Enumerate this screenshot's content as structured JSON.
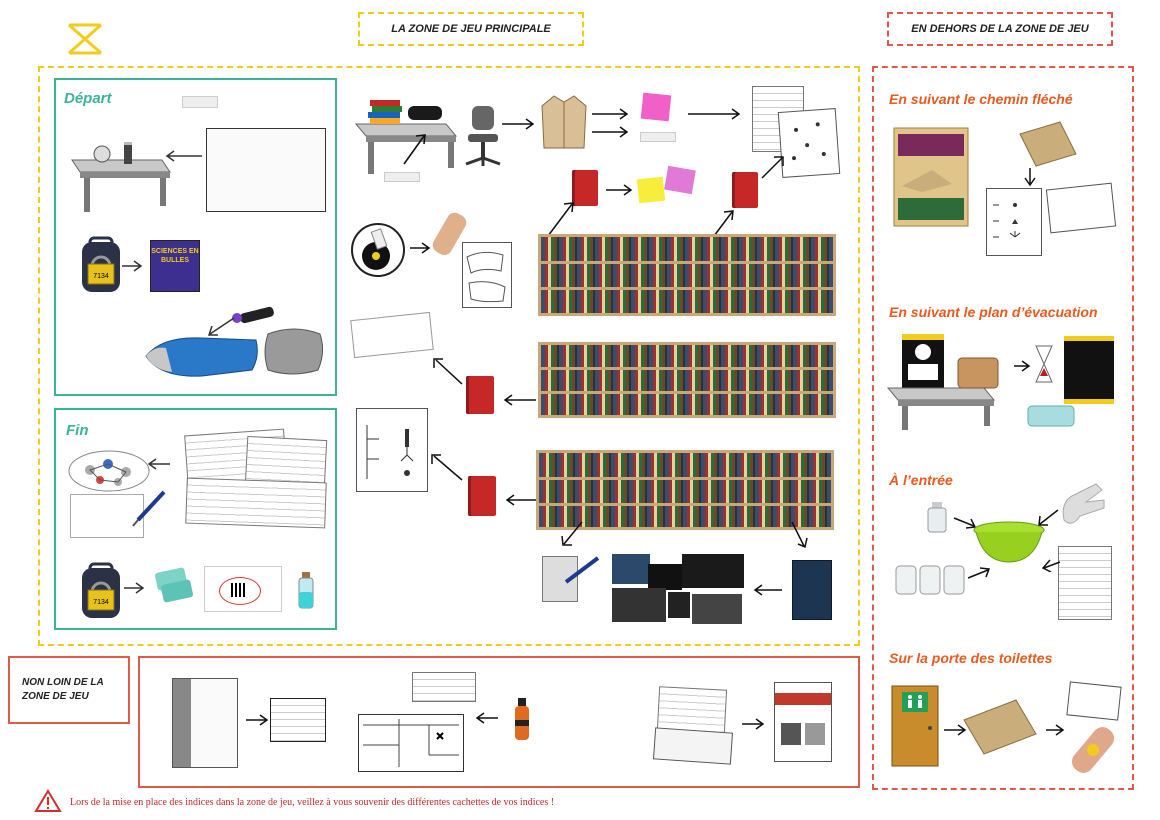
{
  "header": {
    "main_zone": "LA ZONE DE JEU PRINCIPALE",
    "outside_zone": "EN DEHORS DE LA ZONE DE JEU",
    "near_zone": "NON  LOIN  DE  LA ZONE DE JEU"
  },
  "left_panel": {
    "depart_label": "Départ",
    "fin_label": "Fin",
    "book_title": "SCIENCES EN BULLES",
    "lock_code": "7134"
  },
  "right_panel": {
    "sec1": "En suivant le chemin fléché",
    "sec2": "En suivant le plan d’évacuation",
    "sec3": "À l’entrée",
    "sec4": "Sur la porte des toilettes"
  },
  "footer": {
    "warning": "Lors de la mise en place des indices dans la zone de jeu, veillez à vous souvenir des différentes cachettes de vos indices !"
  },
  "colors": {
    "yellow": "#f2cc1a",
    "red": "#e05a4a",
    "green": "#3ab39a",
    "orange": "#e85a1f"
  },
  "icons": [
    "logo-icon",
    "arrow-icon",
    "warning-icon",
    "padlock-icon",
    "backpack-icon",
    "book-icon",
    "bookshelf-icon",
    "uv-lamp-icon",
    "sleeping-bag-icon",
    "pillow-icon",
    "chair-icon",
    "desk-icon",
    "jacket-icon",
    "sticky-note-icon",
    "mask-icon",
    "vial-icon",
    "bowl-icon",
    "bottle-icon",
    "door-icon",
    "envelope-icon",
    "bandage-icon",
    "hourglass-icon"
  ]
}
